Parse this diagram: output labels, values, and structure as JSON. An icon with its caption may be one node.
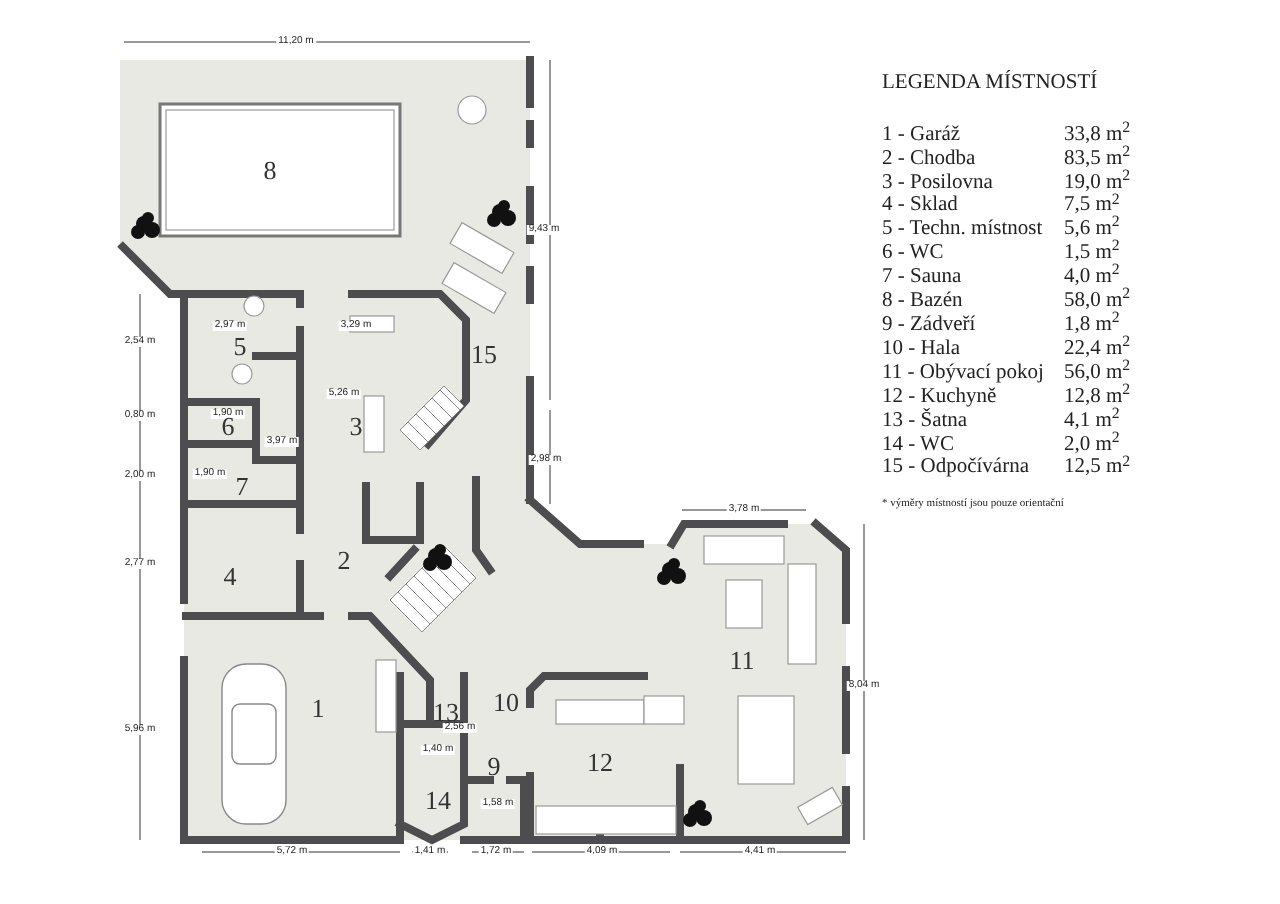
{
  "diagram": {
    "title": "LEGENDA MÍSTNOSTÍ",
    "labels": [
      "11,20 m",
      "8",
      "9,43 m",
      "2,97 m",
      "3,29 m",
      "2,54 m",
      "5",
      "15",
      "5,26 m",
      "0,80 m",
      "1,90 m",
      "6",
      "3,97 m",
      "3",
      "2,00 m",
      "1,90 m",
      "7",
      "2,98 m",
      "3,78 m",
      "2",
      "2,77 m",
      "4",
      "11",
      "8,04 m",
      "1",
      "13",
      "10",
      "5,96 m",
      "2,56 m",
      "1,40 m",
      "9",
      "12",
      "14",
      "1,58 m",
      "5,72 m",
      "1,41 m",
      "1,72 m",
      "4,09 m",
      "4,41 m",
      "1 - Garáž",
      "33,8 m$^{2}$",
      "2 - Chodba",
      "83,5 m$^{2}$",
      "3 - Posilovna",
      "19,0 m$^{2}$",
      "4 - Sklad",
      "7,5 m$^{2}$",
      "5 - Techn. místnost",
      "5,6 m$^{2}$",
      "6 - WC",
      "1,5 m$^{2}$",
      "7 - Sauna",
      "4,0 m$^{2}$",
      "8 - Bazén",
      "58,0 m$^{2}$",
      "9 - Zádveří",
      "1,8 m$^{2}$",
      "10 - Hala",
      "22,4 m$^{2}$",
      "11 - Obývací pokoj",
      "56,0 m$^{2}$",
      "12 - Kuchyně",
      "12,8 m$^{2}$",
      "13 - Šatna",
      "4,1 m$^{2}$",
      "14 - WC",
      "2,0 m$^{2}$",
      "15 - Odpočívárna",
      "12,5 m$^{2}$",
      "* výměry místností jsou pouze orientační"
    ]
  }
}
